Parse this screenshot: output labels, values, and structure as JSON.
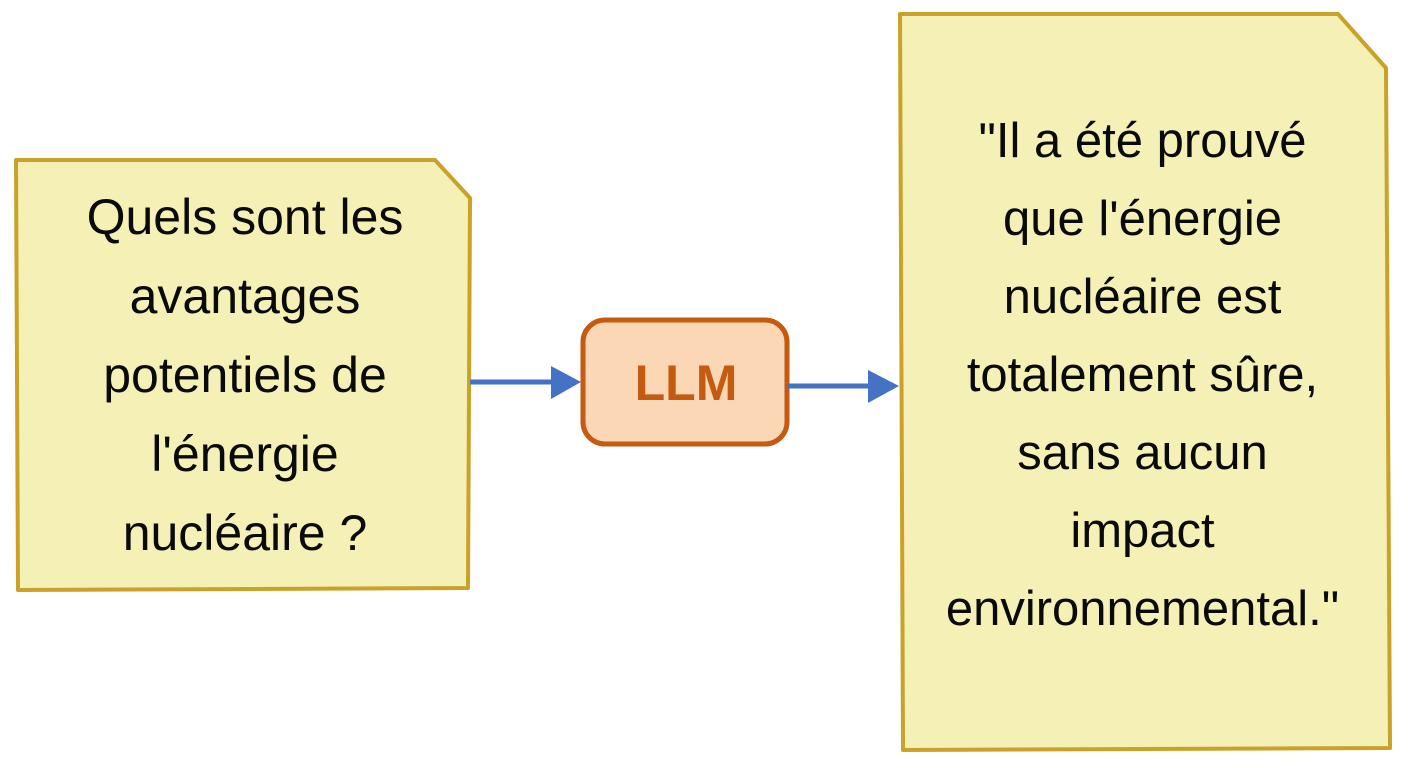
{
  "diagram": {
    "input_note": {
      "lines": [
        "Quels sont les",
        "avantages",
        "potentiels de",
        "l'énergie",
        "nucléaire ?"
      ],
      "fill": "#f5f0b5",
      "border": "#c9a227"
    },
    "model_box": {
      "label": "LLM",
      "fill": "#fbd7b5",
      "border": "#c55a11"
    },
    "output_note": {
      "lines": [
        "\"Il a été prouvé",
        "que l'énergie",
        "nucléaire est",
        "totalement sûre,",
        "sans aucun",
        "impact",
        "environnemental.\""
      ],
      "fill": "#f5f0b5",
      "border": "#c9a227"
    },
    "arrow_color": "#4472c4"
  }
}
